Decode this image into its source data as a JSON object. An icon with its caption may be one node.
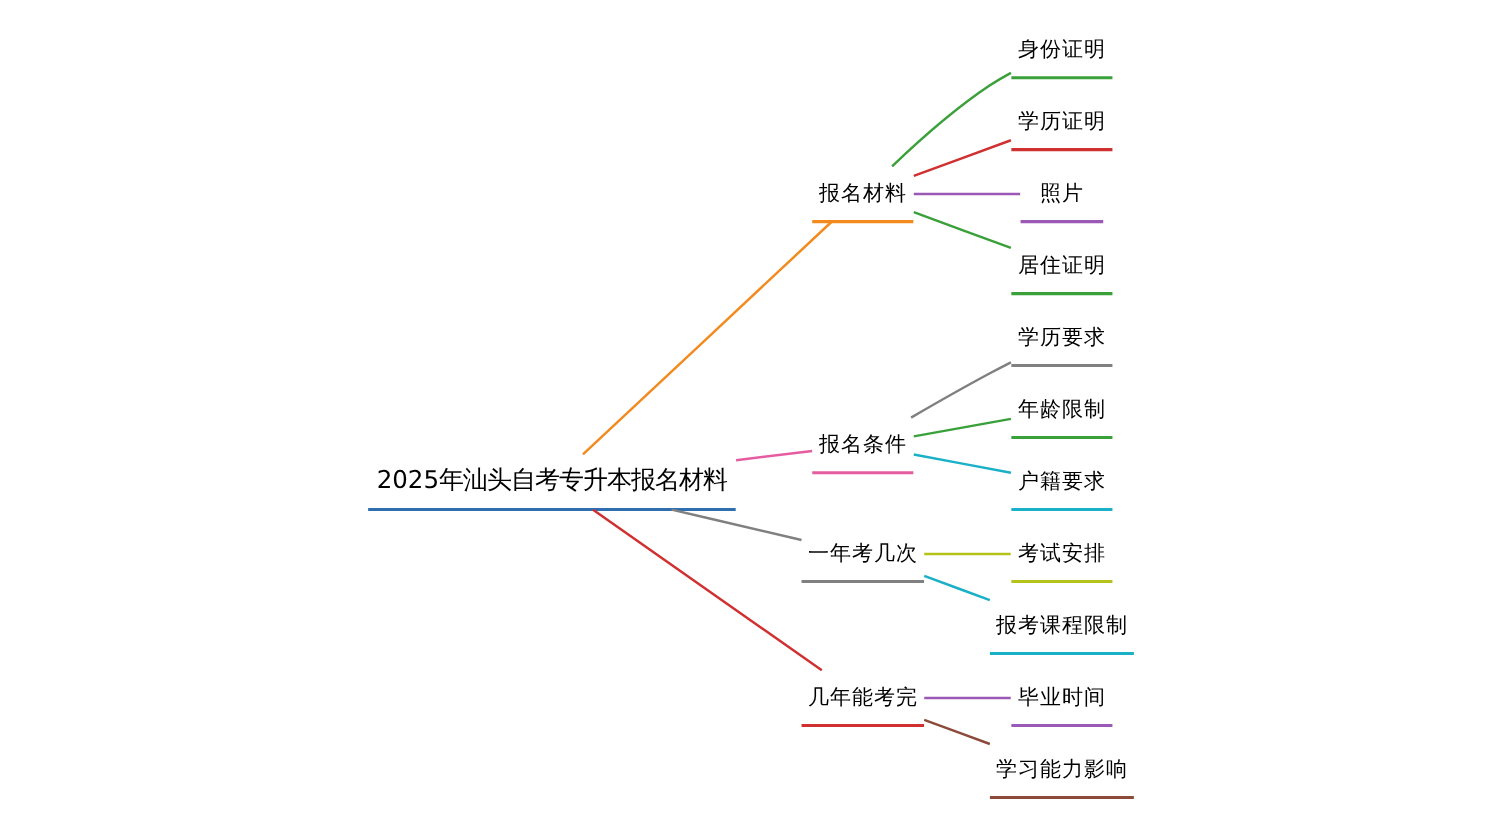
{
  "diagram": {
    "nodes": [
      {
        "text": [
          "2025年汕头自考专升本报名材料"
        ]
      },
      {
        "text": [
          "报名材料"
        ]
      },
      {
        "text": [
          "身份证明"
        ]
      },
      {
        "text": [
          "学历证明"
        ]
      },
      {
        "text": [
          "照片"
        ]
      },
      {
        "text": [
          "居住证明"
        ]
      },
      {
        "text": [
          "报名条件"
        ]
      },
      {
        "text": [
          "学历要求"
        ]
      },
      {
        "text": [
          "年龄限制"
        ]
      },
      {
        "text": [
          "户籍要求"
        ]
      },
      {
        "text": [
          "一年考几次"
        ]
      },
      {
        "text": [
          "考试安排"
        ]
      },
      {
        "text": [
          "报考课程限制"
        ]
      },
      {
        "text": [
          "几年能考完"
        ]
      },
      {
        "text": [
          "毕业时间"
        ]
      },
      {
        "text": [
          "学习能力影响"
        ]
      }
    ],
    "edges": [
      {
        "from": 0,
        "to": 1,
        "arrow": "none",
        "color": "#f28a1e"
      },
      {
        "from": 1,
        "to": 2,
        "arrow": "none",
        "color": "#3aa03a"
      },
      {
        "from": 1,
        "to": 3,
        "arrow": "none",
        "color": "#d03030"
      },
      {
        "from": 1,
        "to": 4,
        "arrow": "none",
        "color": "#9b59b6"
      },
      {
        "from": 1,
        "to": 5,
        "arrow": "none",
        "color": "#3aa03a"
      },
      {
        "from": 0,
        "to": 6,
        "arrow": "none",
        "color": "#e55ca0"
      },
      {
        "from": 6,
        "to": 7,
        "arrow": "none",
        "color": "#808080"
      },
      {
        "from": 6,
        "to": 8,
        "arrow": "none",
        "color": "#3aa03a"
      },
      {
        "from": 6,
        "to": 9,
        "arrow": "none",
        "color": "#1ab0c8"
      },
      {
        "from": 0,
        "to": 10,
        "arrow": "none",
        "color": "#808080"
      },
      {
        "from": 10,
        "to": 11,
        "arrow": "none",
        "color": "#b5c21a"
      },
      {
        "from": 10,
        "to": 12,
        "arrow": "none",
        "color": "#1ab0c8"
      },
      {
        "from": 0,
        "to": 13,
        "arrow": "none",
        "color": "#d03030"
      },
      {
        "from": 13,
        "to": 14,
        "arrow": "none",
        "color": "#9b59b6"
      },
      {
        "from": 13,
        "to": 15,
        "arrow": "none",
        "color": "#8b4a3a"
      }
    ]
  }
}
